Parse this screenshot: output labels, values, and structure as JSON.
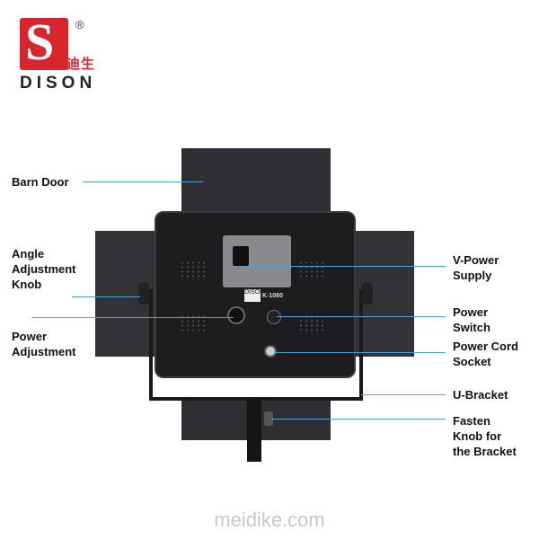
{
  "logo": {
    "letter": "S",
    "registered": "®",
    "chinese": "迪生",
    "name": "DISON"
  },
  "product": {
    "brand_small": "DISON",
    "model": "K-1080"
  },
  "labels": {
    "barn_door": "Barn Door",
    "angle_knob": "Angle\nAdjustment\nKnob",
    "power_adjustment": "Power\nAdjustment",
    "v_power": "V-Power\nSupply",
    "power_switch": "Power\nSwitch",
    "power_cord": "Power Cord\nSocket",
    "u_bracket": "U-Bracket",
    "fasten_knob": "Fasten\nKnob for\nthe Bracket"
  },
  "watermark": "meidike.com",
  "colors": {
    "brand_red": "#d8262c",
    "leader_blue": "#4aa3d8"
  }
}
